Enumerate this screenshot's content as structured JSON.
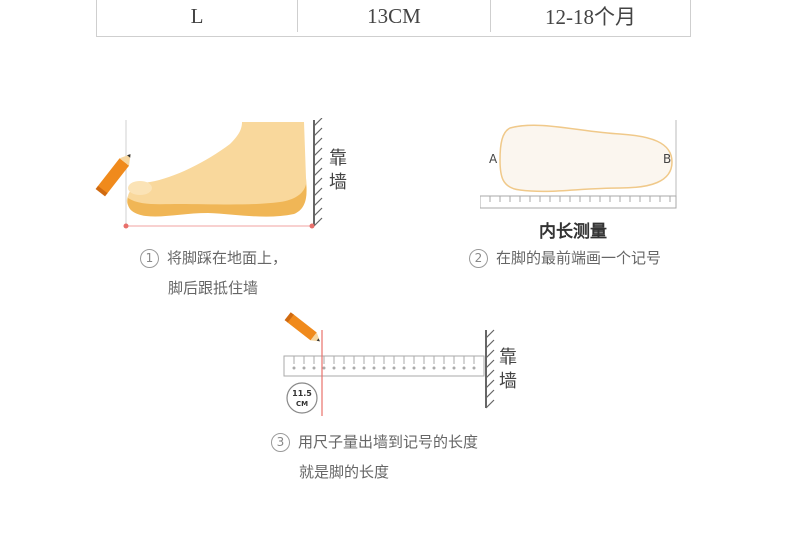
{
  "size_row": {
    "size": "L",
    "length": "13CM",
    "age": "12-18个月"
  },
  "step1": {
    "num": "1",
    "line1": "将脚踩在地面上，",
    "line2": "脚后跟抵住墙",
    "wall_label_1": "靠",
    "wall_label_2": "墙"
  },
  "step2": {
    "num": "2",
    "line1": "在脚的最前端画一个记号",
    "point_a": "A",
    "point_b": "B",
    "title": "内长测量"
  },
  "step3": {
    "num": "3",
    "line1": "用尺子量出墙到记号的长度",
    "line2": "就是脚的长度",
    "wall_label_1": "靠",
    "wall_label_2": "墙",
    "badge_value": "11.5",
    "badge_unit": "CM"
  },
  "colors": {
    "foot": "#f9d89c",
    "foot_sole": "#f0b656",
    "pencil": "#f08a1c",
    "marker": "#e8706b"
  }
}
